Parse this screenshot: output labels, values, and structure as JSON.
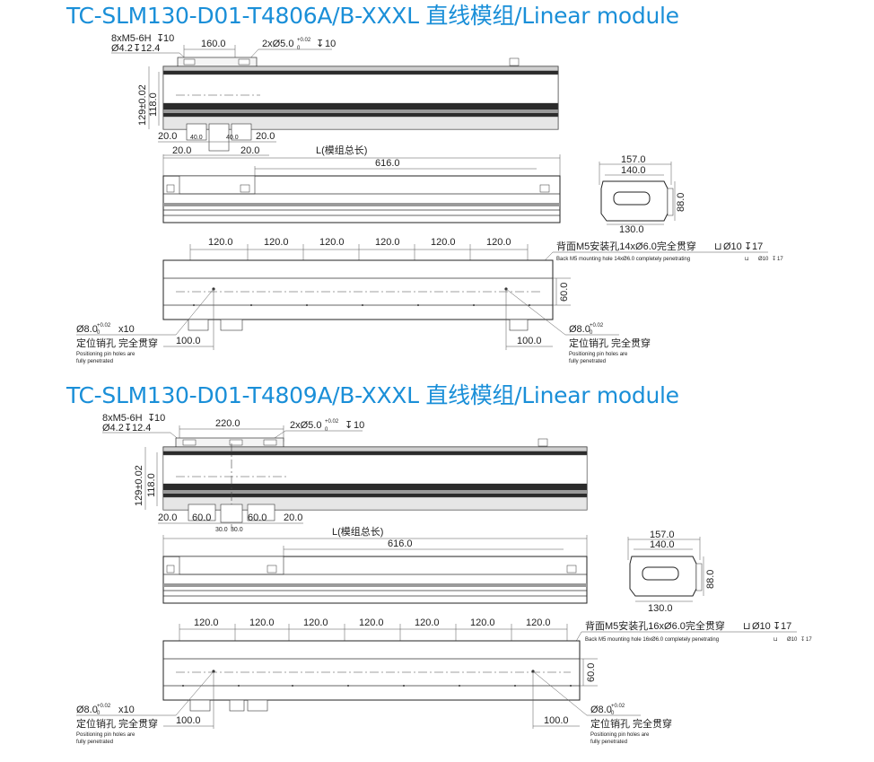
{
  "sections": [
    {
      "title": "TC-SLM130-D01-T4806A/B-XXXL 直线模组/Linear module",
      "top_hole_spec_1": "8xM5-6H",
      "top_hole_depth_1": "10",
      "top_hole_spec_2": "Ø4.2",
      "top_hole_depth_2": "12.4",
      "slider_width": "160.0",
      "pin_hole_spec": "2xØ5.0",
      "pin_tol_upper": "+0.02",
      "pin_tol_lower": "0",
      "pin_depth": "10",
      "height_dim": "129±0.02",
      "inner_height_dim": "118.0",
      "bottom_dims": [
        "20.0",
        "40.0",
        "40.0",
        "20.0"
      ],
      "bottom_dims_2": [
        "20.0",
        "20.0"
      ],
      "length_label": "L(模组总长)",
      "stroke_dim": "616.0",
      "end_width": "157.0",
      "end_inner_width": "140.0",
      "end_height": "88.0",
      "end_bottom": "130.0",
      "pitch_dims": [
        "120.0",
        "120.0",
        "120.0",
        "120.0",
        "120.0",
        "120.0"
      ],
      "back_hole_cn": "背面M5安装孔14xØ6.0完全贯穿",
      "back_hole_cn_depth": "Ø10",
      "back_hole_cn_depth2": "17",
      "back_hole_en": "Back M5 mounting hole 14xØ6.0 completely penetrating",
      "back_hole_en_depth": "Ø10",
      "back_hole_en_depth2": "17",
      "side_height": "60.0",
      "left_pin_spec": "Ø8.0",
      "left_pin_tol_upper": "+0.02",
      "left_pin_tol_lower": "0",
      "left_pin_count": "x10",
      "right_pin_spec": "Ø8.0",
      "right_pin_tol_upper": "+0.02",
      "right_pin_tol_lower": "0",
      "pin_cn": "定位销孔 完全贯穿",
      "pin_en_1": "Positioning pin holes are",
      "pin_en_2": "fully penetrated",
      "edge_dim_left": "100.0",
      "edge_dim_right": "100.0"
    },
    {
      "title": "TC-SLM130-D01-T4809A/B-XXXL 直线模组/Linear module",
      "top_hole_spec_1": "8xM5-6H",
      "top_hole_depth_1": "10",
      "top_hole_spec_2": "Ø4.2",
      "top_hole_depth_2": "12.4",
      "slider_width": "220.0",
      "pin_hole_spec": "2xØ5.0",
      "pin_tol_upper": "+0.02",
      "pin_tol_lower": "0",
      "pin_depth": "10",
      "height_dim": "129±0.02",
      "inner_height_dim": "118.0",
      "bottom_dims": [
        "20.0",
        "60.0",
        "60.0",
        "20.0"
      ],
      "bottom_dims_2": [
        "30.0",
        "30.0"
      ],
      "length_label": "L(模组总长)",
      "stroke_dim": "616.0",
      "end_width": "157.0",
      "end_inner_width": "140.0",
      "end_height": "88.0",
      "end_bottom": "130.0",
      "pitch_dims": [
        "120.0",
        "120.0",
        "120.0",
        "120.0",
        "120.0",
        "120.0",
        "120.0"
      ],
      "back_hole_cn": "背面M5安装孔16xØ6.0完全贯穿",
      "back_hole_cn_depth": "Ø10",
      "back_hole_cn_depth2": "17",
      "back_hole_en": "Back M5 mounting hole 16xØ6.0 completely penetrating",
      "back_hole_en_depth": "Ø10",
      "back_hole_en_depth2": "17",
      "side_height": "60.0",
      "left_pin_spec": "Ø8.0",
      "left_pin_tol_upper": "+0.02",
      "left_pin_tol_lower": "0",
      "left_pin_count": "x10",
      "right_pin_spec": "Ø8.0",
      "right_pin_tol_upper": "+0.02",
      "right_pin_tol_lower": "0",
      "pin_cn": "定位销孔 完全贯穿",
      "pin_en_1": "Positioning pin holes are",
      "pin_en_2": "fully penetrated",
      "edge_dim_left": "100.0",
      "edge_dim_right": "100.0"
    }
  ],
  "colors": {
    "title": "#1a8fd8",
    "line": "#333333",
    "profile_dark": "#2b2b2b",
    "profile_grey": "#9a9a9a"
  }
}
